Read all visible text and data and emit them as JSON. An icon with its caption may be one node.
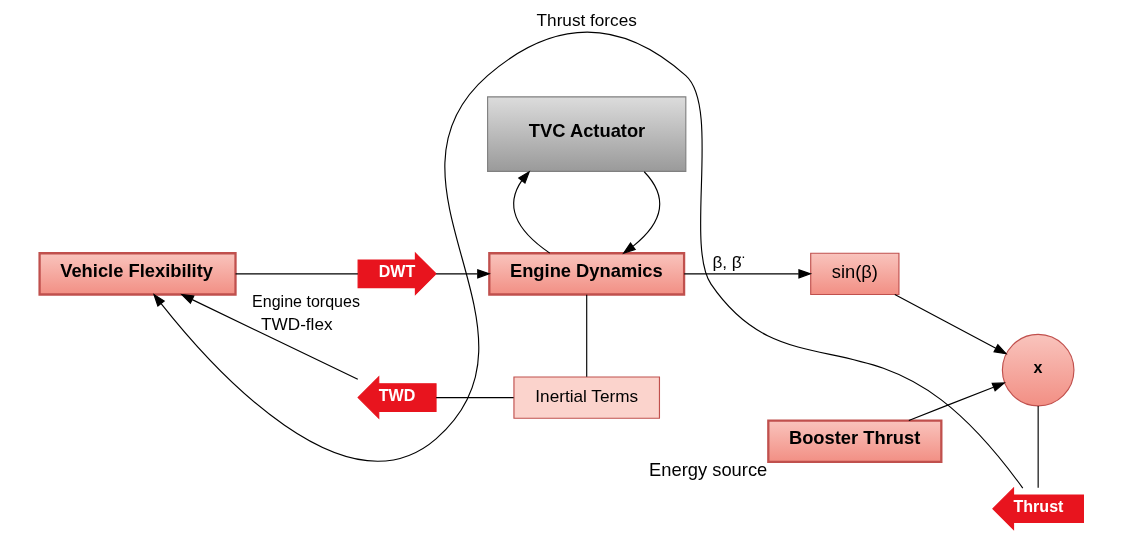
{
  "diagram": {
    "nodes": [
      {
        "text": [
          "Vehicle Flexibility"
        ]
      },
      {
        "text": [
          "DWT"
        ],
        "beside": [
          "Engine torques"
        ]
      },
      {
        "text": [
          "Engine Dynamics"
        ]
      },
      {
        "text": [
          "sin(β)"
        ]
      },
      {
        "text": [
          "Booster Thrust"
        ],
        "beside": [
          "Energy source"
        ]
      },
      {
        "text": [
          "x"
        ]
      },
      {
        "text": [
          "TVC Actuator"
        ]
      },
      {
        "text": [
          "Inertial Terms"
        ]
      },
      {
        "text": [
          "TWD"
        ]
      },
      {
        "text": [
          "Thrust"
        ]
      }
    ],
    "edges": [
      {
        "from": 0,
        "to": 1,
        "arrow": "none"
      },
      {
        "from": 1,
        "to": 2,
        "arrow": "to"
      },
      {
        "from": 6,
        "to": 2,
        "arrow": "to"
      },
      {
        "from": 2,
        "to": 3,
        "arrow": "to",
        "label": "β, β̈"
      },
      {
        "from": 2,
        "to": 6,
        "arrow": "to"
      },
      {
        "from": 2,
        "to": 7,
        "arrow": "none"
      },
      {
        "from": 3,
        "to": 5,
        "arrow": "to"
      },
      {
        "from": 4,
        "to": 5,
        "arrow": "to"
      },
      {
        "from": 7,
        "to": 8,
        "arrow": "none"
      },
      {
        "from": 8,
        "to": 0,
        "arrow": "to",
        "label": "TWD-flex"
      },
      {
        "from": 5,
        "to": 9,
        "arrow": "none"
      },
      {
        "from": 9,
        "to": 0,
        "arrow": "to",
        "label": "Thrust forces"
      }
    ]
  }
}
